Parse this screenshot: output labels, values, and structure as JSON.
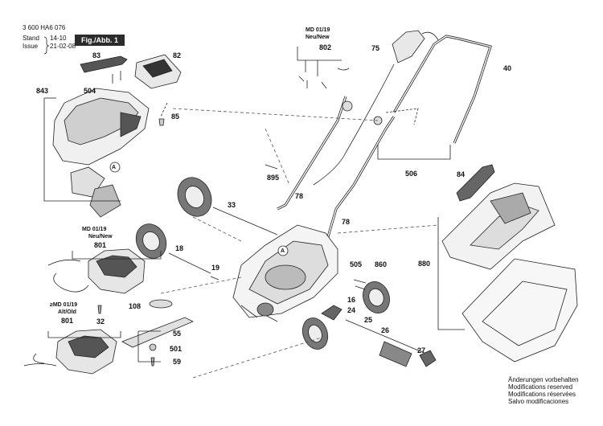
{
  "header": {
    "doc_number": "3 600 HA6 076",
    "stand_label": "Stand",
    "issue_label": "Issue",
    "stand_value": "14-10",
    "issue_value": "21-02-08",
    "fig_label": "Fig./Abb. 1"
  },
  "version_notes": {
    "top_md": "MD 01/19",
    "top_neu": "Neu/New",
    "mid_md": "MD 01/19",
    "mid_neu": "Neu/New",
    "low_md": "≥MD 01/19",
    "low_alt": "Alt/Old"
  },
  "callouts": {
    "c83": "83",
    "c82": "82",
    "c843": "843",
    "c504": "504",
    "c85": "85",
    "c802": "802",
    "c75": "75",
    "c40": "40",
    "c506": "506",
    "c84": "84",
    "c895": "895",
    "c78a": "78",
    "c78b": "78",
    "c33": "33",
    "c801a": "801",
    "c18": "18",
    "c19": "19",
    "c505": "505",
    "c860": "860",
    "c880": "880",
    "c16": "16",
    "c24": "24",
    "c25": "25",
    "c26": "26",
    "c27": "27",
    "c108": "108",
    "c32": "32",
    "c801b": "801",
    "c55": "55",
    "c501": "501",
    "c59": "59",
    "cA1": "A",
    "cA2": "A"
  },
  "disclaimer": {
    "de": "Änderungen vorbehalten",
    "en": "Modifications reserved",
    "fr": "Modifications réservées",
    "es": "Salvo modificaciones"
  }
}
